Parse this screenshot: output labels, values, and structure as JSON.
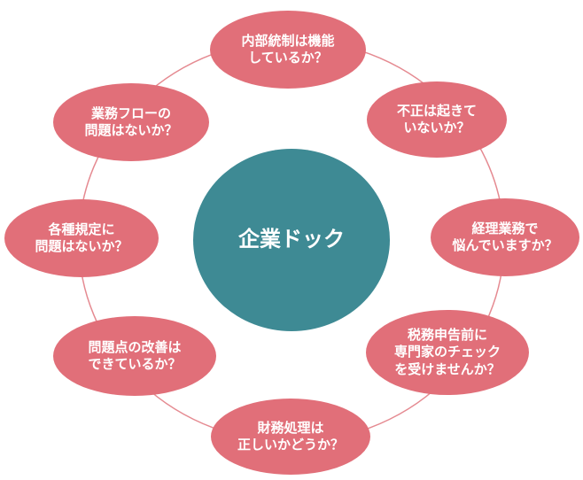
{
  "colors": {
    "center": "#3e8a94",
    "outer": "#e16f79",
    "ring": "#e58a91"
  },
  "center": {
    "label": "企業ドック"
  },
  "items": [
    {
      "label": "内部統制は機能\nしているか？"
    },
    {
      "label": "不正は起きて\nいないか？"
    },
    {
      "label": "経理業務で\n悩んでいますか？"
    },
    {
      "label": "税務申告前に\n専門家のチェック\nを受けませんか？"
    },
    {
      "label": "財務処理は\n正しいかどうか？"
    },
    {
      "label": "問題点の改善は\nできているか？"
    },
    {
      "label": "各種規定に\n問題はないか？"
    },
    {
      "label": "業務フローの\n問題はないか？"
    }
  ]
}
